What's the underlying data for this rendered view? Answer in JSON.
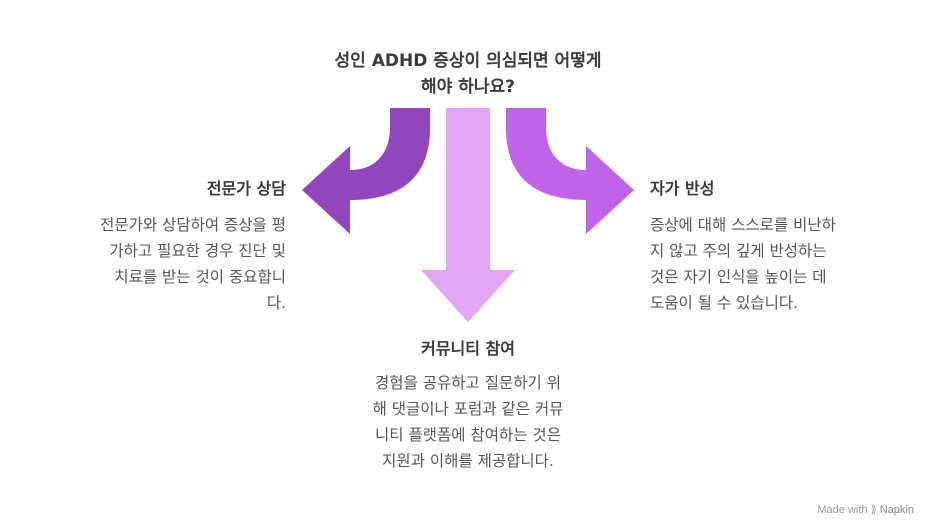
{
  "title_line1": "성인 ADHD 증상이 의심되면 어떻게",
  "title_line2": "해야 하나요?",
  "left": {
    "heading": "전문가 상담",
    "lines": [
      "전문가와 상담하여 증상을 평",
      "가하고 필요한 경우 진단 및",
      "치료를 받는 것이 중요합니",
      "다."
    ]
  },
  "right": {
    "heading": "자가 반성",
    "lines": [
      "증상에 대해 스스로를 비난하",
      "지 않고 주의 깊게 반성하는",
      "것은 자기 인식을 높이는 데",
      "도움이 될 수 있습니다."
    ]
  },
  "bottom": {
    "heading": "커뮤니티 참여",
    "lines": [
      "경험을 공유하고 질문하기 위",
      "해 댓글이나 포럼과 같은 커뮤",
      "니티 플랫폼에 참여하는 것은",
      "지원과 이해를 제공합니다."
    ]
  },
  "footer": {
    "made_with": "Made with",
    "brand": "Napkin"
  },
  "colors": {
    "left_arrow": "#9146bc",
    "center_arrow": "#e2a6f5",
    "right_arrow": "#c063e8"
  }
}
